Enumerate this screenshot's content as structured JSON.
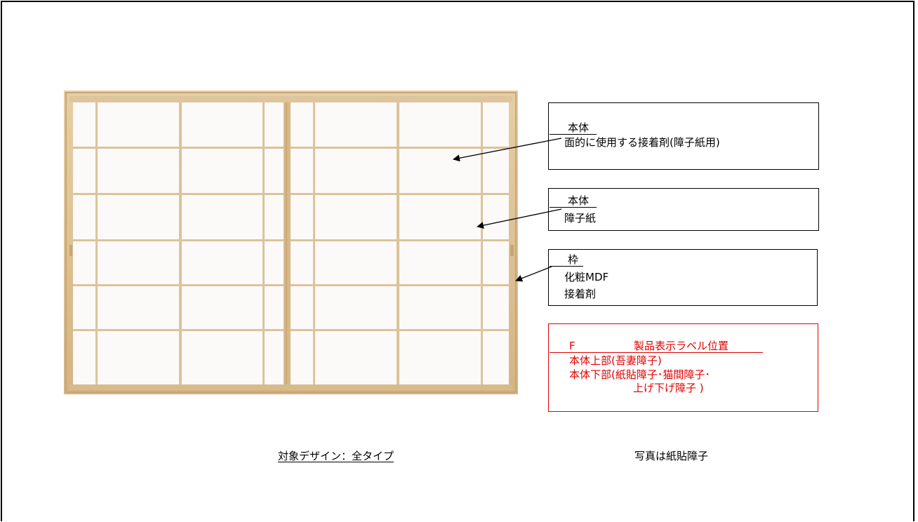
{
  "callouts": [
    {
      "heading": "本体",
      "lines": [
        "面的に使用する接着剤(障子紙用)"
      ]
    },
    {
      "heading": "本体",
      "lines": [
        "障子紙"
      ]
    },
    {
      "heading": "枠",
      "lines": [
        "化粧MDF",
        "接着剤"
      ]
    }
  ],
  "label_box": {
    "heading_code": "F",
    "heading_text": "製品表示ラベル位置",
    "lines": [
      "本体上部(吾妻障子)",
      "本体下部(紙貼障子･猫間障子･",
      "上げ下げ障子 )"
    ]
  },
  "captions": {
    "design_target": "対象デザイン：全タイプ",
    "photo_note": "写真は紙貼障子"
  },
  "colors": {
    "wood": "#d9bf93",
    "paper": "#fbfaf8",
    "label_red": "#e00000"
  }
}
